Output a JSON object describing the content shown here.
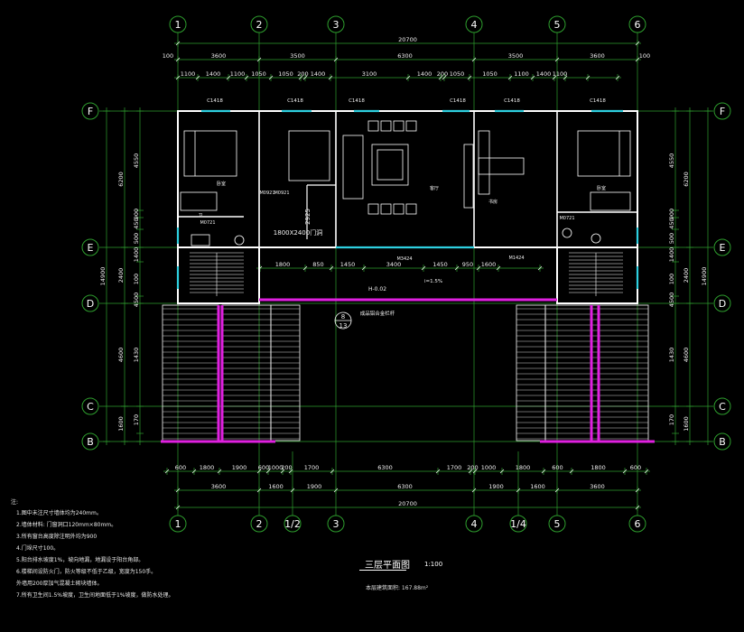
{
  "drawing": {
    "title": "三层平面图",
    "scale": "1:100",
    "area_text": "本层建筑面积: 167.88m²",
    "col_axes": [
      "1",
      "2",
      "3",
      "4",
      "5",
      "6"
    ],
    "extra_axes": [
      "1/2",
      "1/4"
    ],
    "row_axes": [
      "F",
      "E",
      "D",
      "C",
      "B"
    ],
    "top_total": "20700",
    "top_mid": [
      "3600",
      "3500",
      "6300",
      "3500",
      "3600"
    ],
    "top_detail": [
      "1100",
      "1400",
      "1100",
      "1050",
      "1050",
      "200",
      "1400",
      "3100",
      "1400",
      "200",
      "1050",
      "1050",
      "1100",
      "1400",
      "1100"
    ],
    "bottom_total": "20700",
    "bottom_mid": [
      "3600",
      "1600",
      "1900",
      "6300",
      "1900",
      "1600",
      "3600"
    ],
    "bottom_detail": [
      "600",
      "1800",
      "1900",
      "600",
      "1000",
      "200",
      "1700",
      "6300",
      "1700",
      "200",
      "1000",
      "1800",
      "600",
      "1800",
      "600"
    ],
    "edge_100": "100",
    "left_total": "14900",
    "left_mid": [
      "6200",
      "2400",
      "4600",
      "1600"
    ],
    "left_detail": [
      "4550",
      "900",
      "450",
      "500",
      "1400",
      "100",
      "4500",
      "1430",
      "170"
    ],
    "inner_dims": [
      "1800",
      "850",
      "1450",
      "3400",
      "1450",
      "950",
      "1600"
    ],
    "room_label": "1800X2400门洞",
    "dim_2925": "2925",
    "windows": [
      "C1418",
      "C1418",
      "C1418",
      "C1418",
      "C1418",
      "C1418"
    ],
    "door_labels": [
      "M0921",
      "M0921",
      "M0721",
      "M0721",
      "M3424",
      "M1424"
    ],
    "rooms": [
      "卧室",
      "客厅",
      "书房",
      "卧室",
      "卫"
    ],
    "callout_num": "8",
    "callout_den": "13",
    "callout_text": "成品铝合金栏杆",
    "section_tag": "H-0.02",
    "slope": "i=1.5%",
    "notes_header": "注:",
    "notes": [
      "1.图中未注尺寸墙体均为240mm。",
      "2.墙体材料: 门窗洞口120mm×80mm。",
      "3.所有窗台高度除注明外均为900",
      "4.门垛尺寸100。",
      "5.阳台排水坡度1%，坡向地漏，地漏设于阳台角部。",
      "6.楼梯间设防火门，防火等级不低于乙级，宽度为150手。",
      "  外墙用200厚加气混凝土砌块墙体。",
      "7.所有卫生间1.5%坡度，卫生间地面低于1%坡度，做防水处理。"
    ]
  }
}
